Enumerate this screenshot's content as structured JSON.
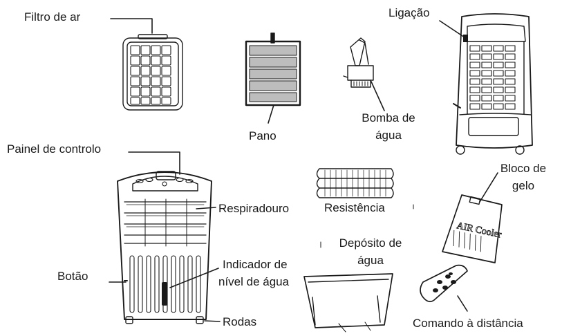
{
  "labels": {
    "air_filter": "Filtro de ar",
    "cloth": "Pano",
    "connection": "Ligação",
    "water_pump_line1": "Bomba de",
    "water_pump_line2": "água",
    "control_panel": "Painel de controlo",
    "vent": "Respiradouro",
    "resistance": "Resistência",
    "ice_block_line1": "Bloco de",
    "ice_block_line2": "gelo",
    "water_tank_line1": "Depósito de",
    "water_tank_line2": "água",
    "button": "Botão",
    "water_level_line1": "Indicador de",
    "water_level_line2": "nível de água",
    "wheels": "Rodas",
    "remote_control": "Comando à distância",
    "ice_pack_print": "AIR Cooler"
  },
  "colors": {
    "line": "#1a1a1a",
    "text": "#1a1a1a",
    "background": "#ffffff"
  }
}
